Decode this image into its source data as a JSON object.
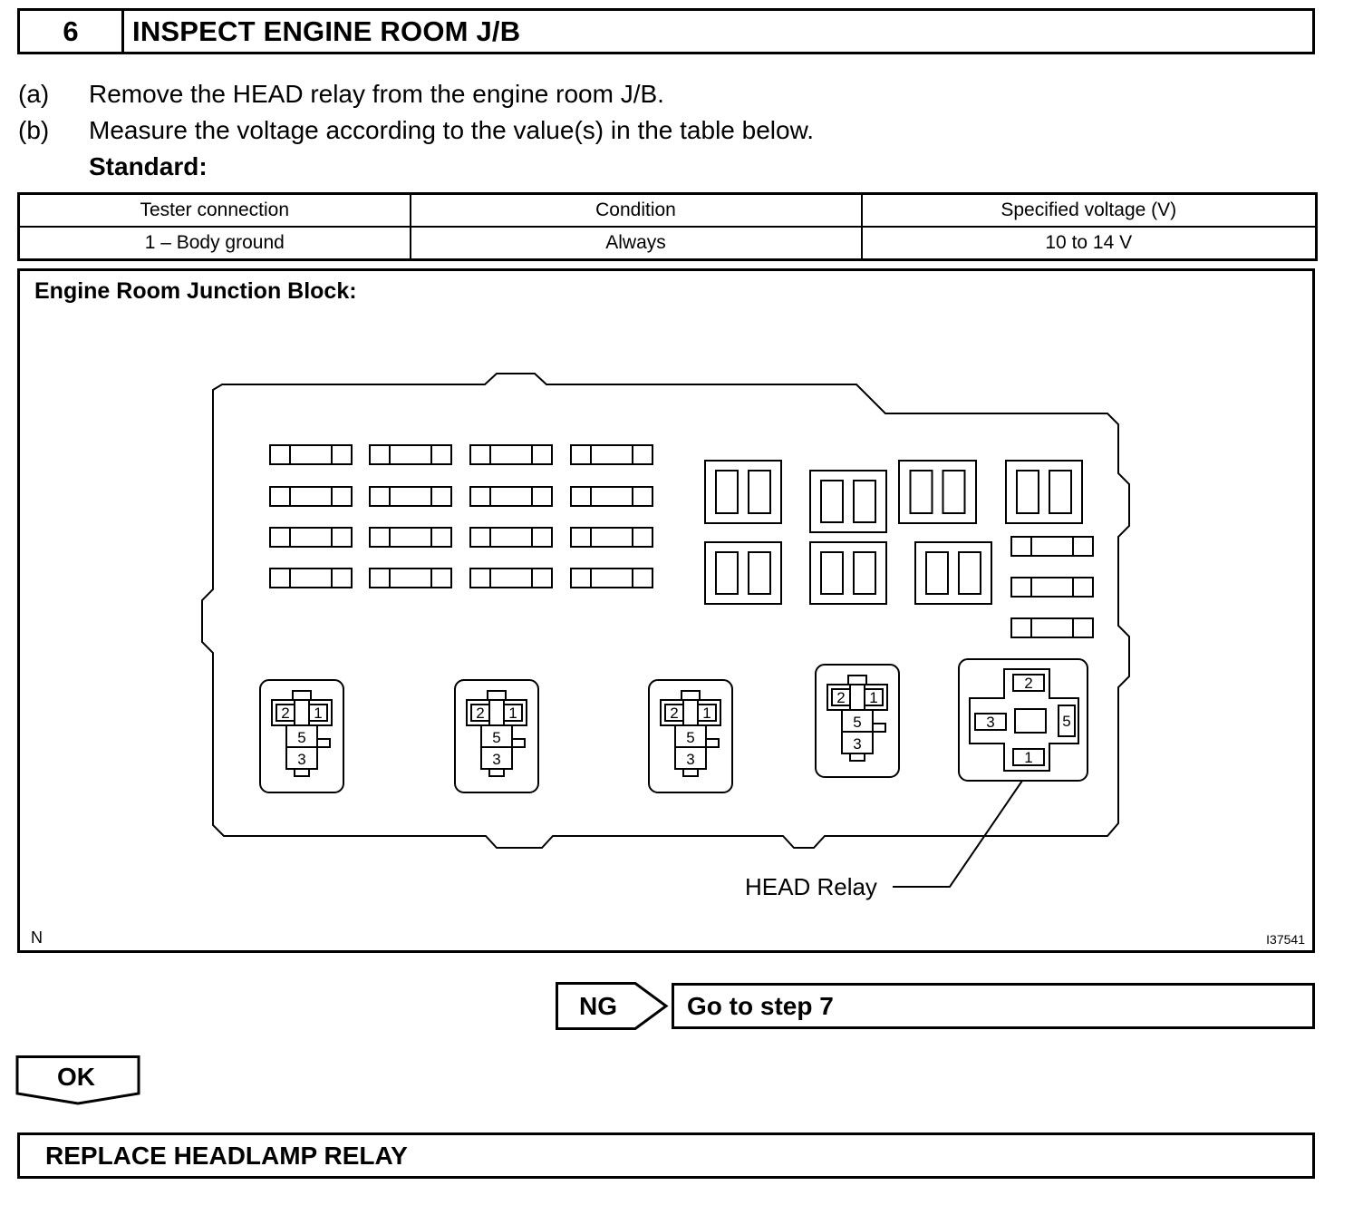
{
  "step": {
    "number": "6",
    "title": "INSPECT ENGINE ROOM J/B"
  },
  "instructions": [
    {
      "label": "(a)",
      "text": "Remove the HEAD relay from the engine room J/B."
    },
    {
      "label": "(b)",
      "text": "Measure the voltage according to the value(s) in the table below."
    }
  ],
  "standard_label": "Standard:",
  "table": {
    "headers": [
      "Tester connection",
      "Condition",
      "Specified voltage (V)"
    ],
    "rows": [
      [
        "1 – Body ground",
        "Always",
        "10 to 14 V"
      ]
    ]
  },
  "figure": {
    "title": "Engine Room Junction Block:",
    "callout": "HEAD Relay",
    "orientation_mark": "N",
    "figure_id": "I37541",
    "small_relay_pins": [
      "2",
      "1",
      "5",
      "3"
    ],
    "head_relay_pins": [
      "2",
      "3",
      "5",
      "1"
    ]
  },
  "ng_branch": {
    "label": "NG",
    "target": "Go to step 7"
  },
  "ok_label": "OK",
  "final_action": "REPLACE HEADLAMP RELAY"
}
